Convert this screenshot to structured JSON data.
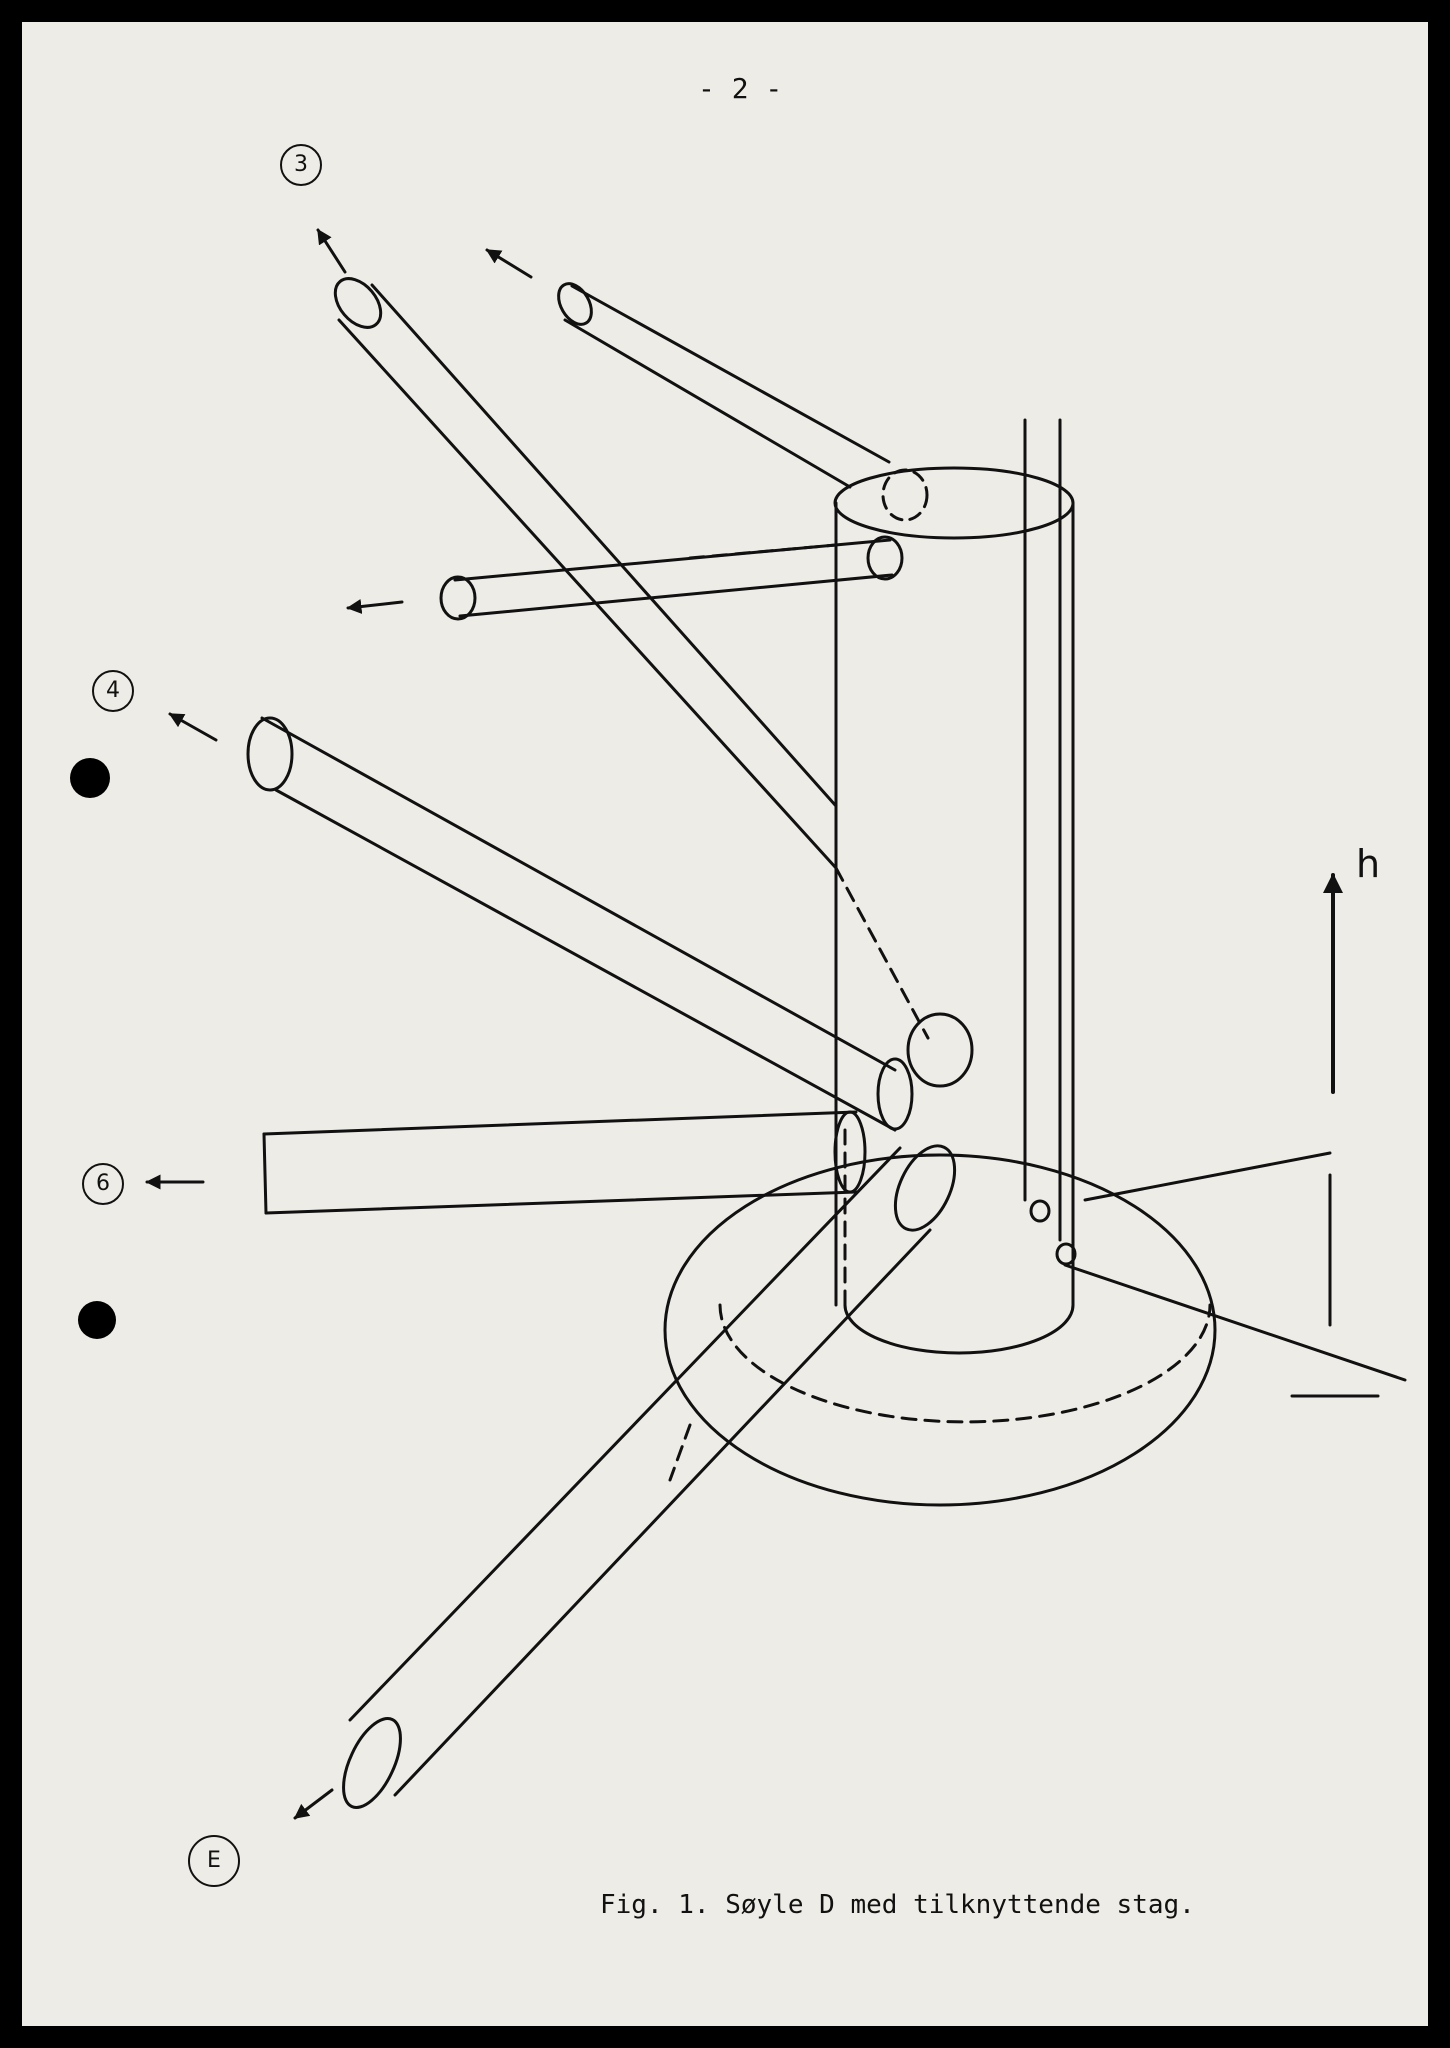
{
  "page_number": "- 2 -",
  "caption": "Fig. 1.  Søyle D med tilknyttende stag.",
  "height_label": "h",
  "brace_labels": [
    "3",
    "4",
    "6",
    "E"
  ]
}
